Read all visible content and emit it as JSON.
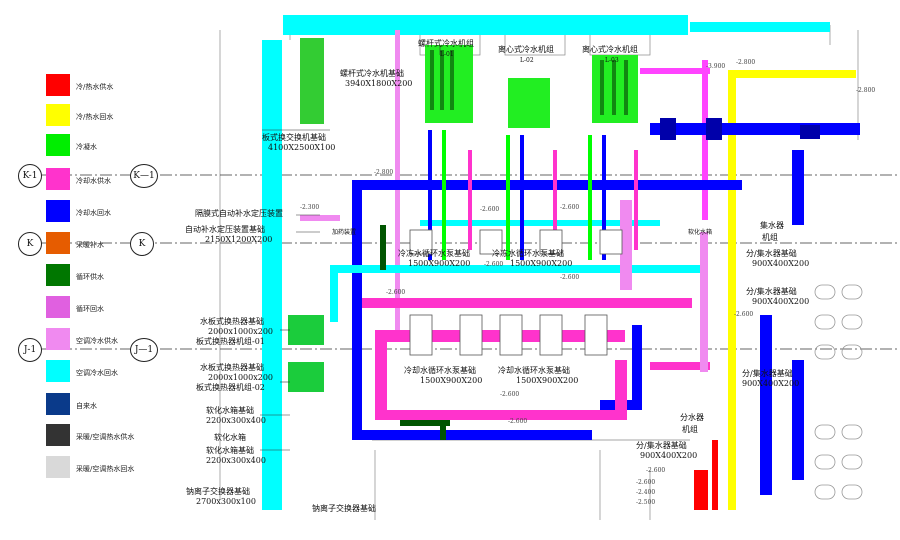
{
  "legend": [
    {
      "label": "冷/热水供水",
      "color": "#ff0000"
    },
    {
      "label": "冷/热水回水",
      "color": "#ffff00"
    },
    {
      "label": "冷凝水",
      "color": "#00ee00"
    },
    {
      "label": "冷却水供水",
      "color": "#ff33cc"
    },
    {
      "label": "冷却水回水",
      "color": "#0000ff"
    },
    {
      "label": "采暖补水",
      "color": "#e65c00"
    },
    {
      "label": "循环供水",
      "color": "#007700"
    },
    {
      "label": "循环回水",
      "color": "#e060e0"
    },
    {
      "label": "空调冷水供水",
      "color": "#f08af0"
    },
    {
      "label": "空调冷水回水",
      "color": "#00ffff"
    },
    {
      "label": "自来水",
      "color": "#0a3a8a"
    },
    {
      "label": "采暖/空调热水供水",
      "color": "#333333"
    },
    {
      "label": "采暖/空调热水回水",
      "color": "#d9d9d9"
    }
  ],
  "axes": {
    "k1": "K-1",
    "k1_line": "K—1",
    "k": "K",
    "k_line": "K",
    "j1": "J-1",
    "j1_line": "J—1"
  },
  "labels": {
    "chiller1_top": "螺杆式冷水机组",
    "chiller1_sub": "L-01",
    "chiller2_top": "离心式冷水机组",
    "chiller2_sub": "L-02",
    "chiller3_top": "离心式冷水机组",
    "chiller3_sub": "L-03",
    "chiller_base": "螺杆式冷水机基础",
    "chiller_base_dim": "3940X1800X200",
    "plate_hx_base": "板式换交换机基础",
    "plate_hx_base_dim": "4100X2500X100",
    "diaphragm": "隔膜式自动补水定压装置",
    "auto_fill_base": "自动补水定压装置基础",
    "auto_fill_dim": "2150X1200X200",
    "pump1": "冷冻水循环水泵基础",
    "pump1_dim": "1500X900X200",
    "pump2": "冷冻水循环水泵基础",
    "pump2_dim": "1500X900X200",
    "cooling_pump1": "冷却水循环水泵基础",
    "cooling_pump1_dim": "1500X900X200",
    "cooling_pump2": "冷却水循环水泵基础",
    "cooling_pump2_dim": "1500X900X200",
    "plate_base1": "水板式换热器基础",
    "plate_base1_dim": "2000x1000x200",
    "plate_unit1": "板式换热器机组-01",
    "plate_base2": "水板式换热器基础",
    "plate_base2_dim": "2000x1000x200",
    "plate_unit2": "板式换热器机组-02",
    "soft_base1": "软化水箱基础",
    "soft_base1_dim": "2200x300x400",
    "soft_box": "软化水箱",
    "soft_base2": "软化水箱基础",
    "soft_base2_dim": "2200x300x400",
    "ion_base": "钠离子交换器基础",
    "ion_base_dim": "2700x300x100",
    "ion_base2": "钠离子交换器基础",
    "collector": "集水器",
    "collector2": "机组",
    "sep_base": "分/集水器基础",
    "sep_base_dim": "900X400X200",
    "sep_base2": "分/集水器基础",
    "sep_base2_dim": "900X400X200",
    "distributor": "分水器",
    "distributor2": "机组",
    "sep_base3": "分/集水器基础",
    "sep_base3_dim": "900X400X200",
    "sep_base4": "分/集水器基础",
    "sep_base4_dim": "900X400X200",
    "elev1": "-2.300",
    "elev2": "-2.800",
    "elev3": "-2.600",
    "elev4": "-2.600",
    "elev5": "-2.600",
    "elev6": "-2.800",
    "elev7": "-3.900",
    "elev8": "-2.800",
    "elev9": "-2.600",
    "elev10": "-2.600",
    "elev11": "-2.600",
    "elev12": "-2.600",
    "elev13": "-2.600",
    "elev14": "-2.400",
    "elev15": "-2.500",
    "elev16": "-2.600",
    "elev17": "-2.600",
    "fill_label": "加药装置",
    "soft_small": "软化水箱"
  }
}
